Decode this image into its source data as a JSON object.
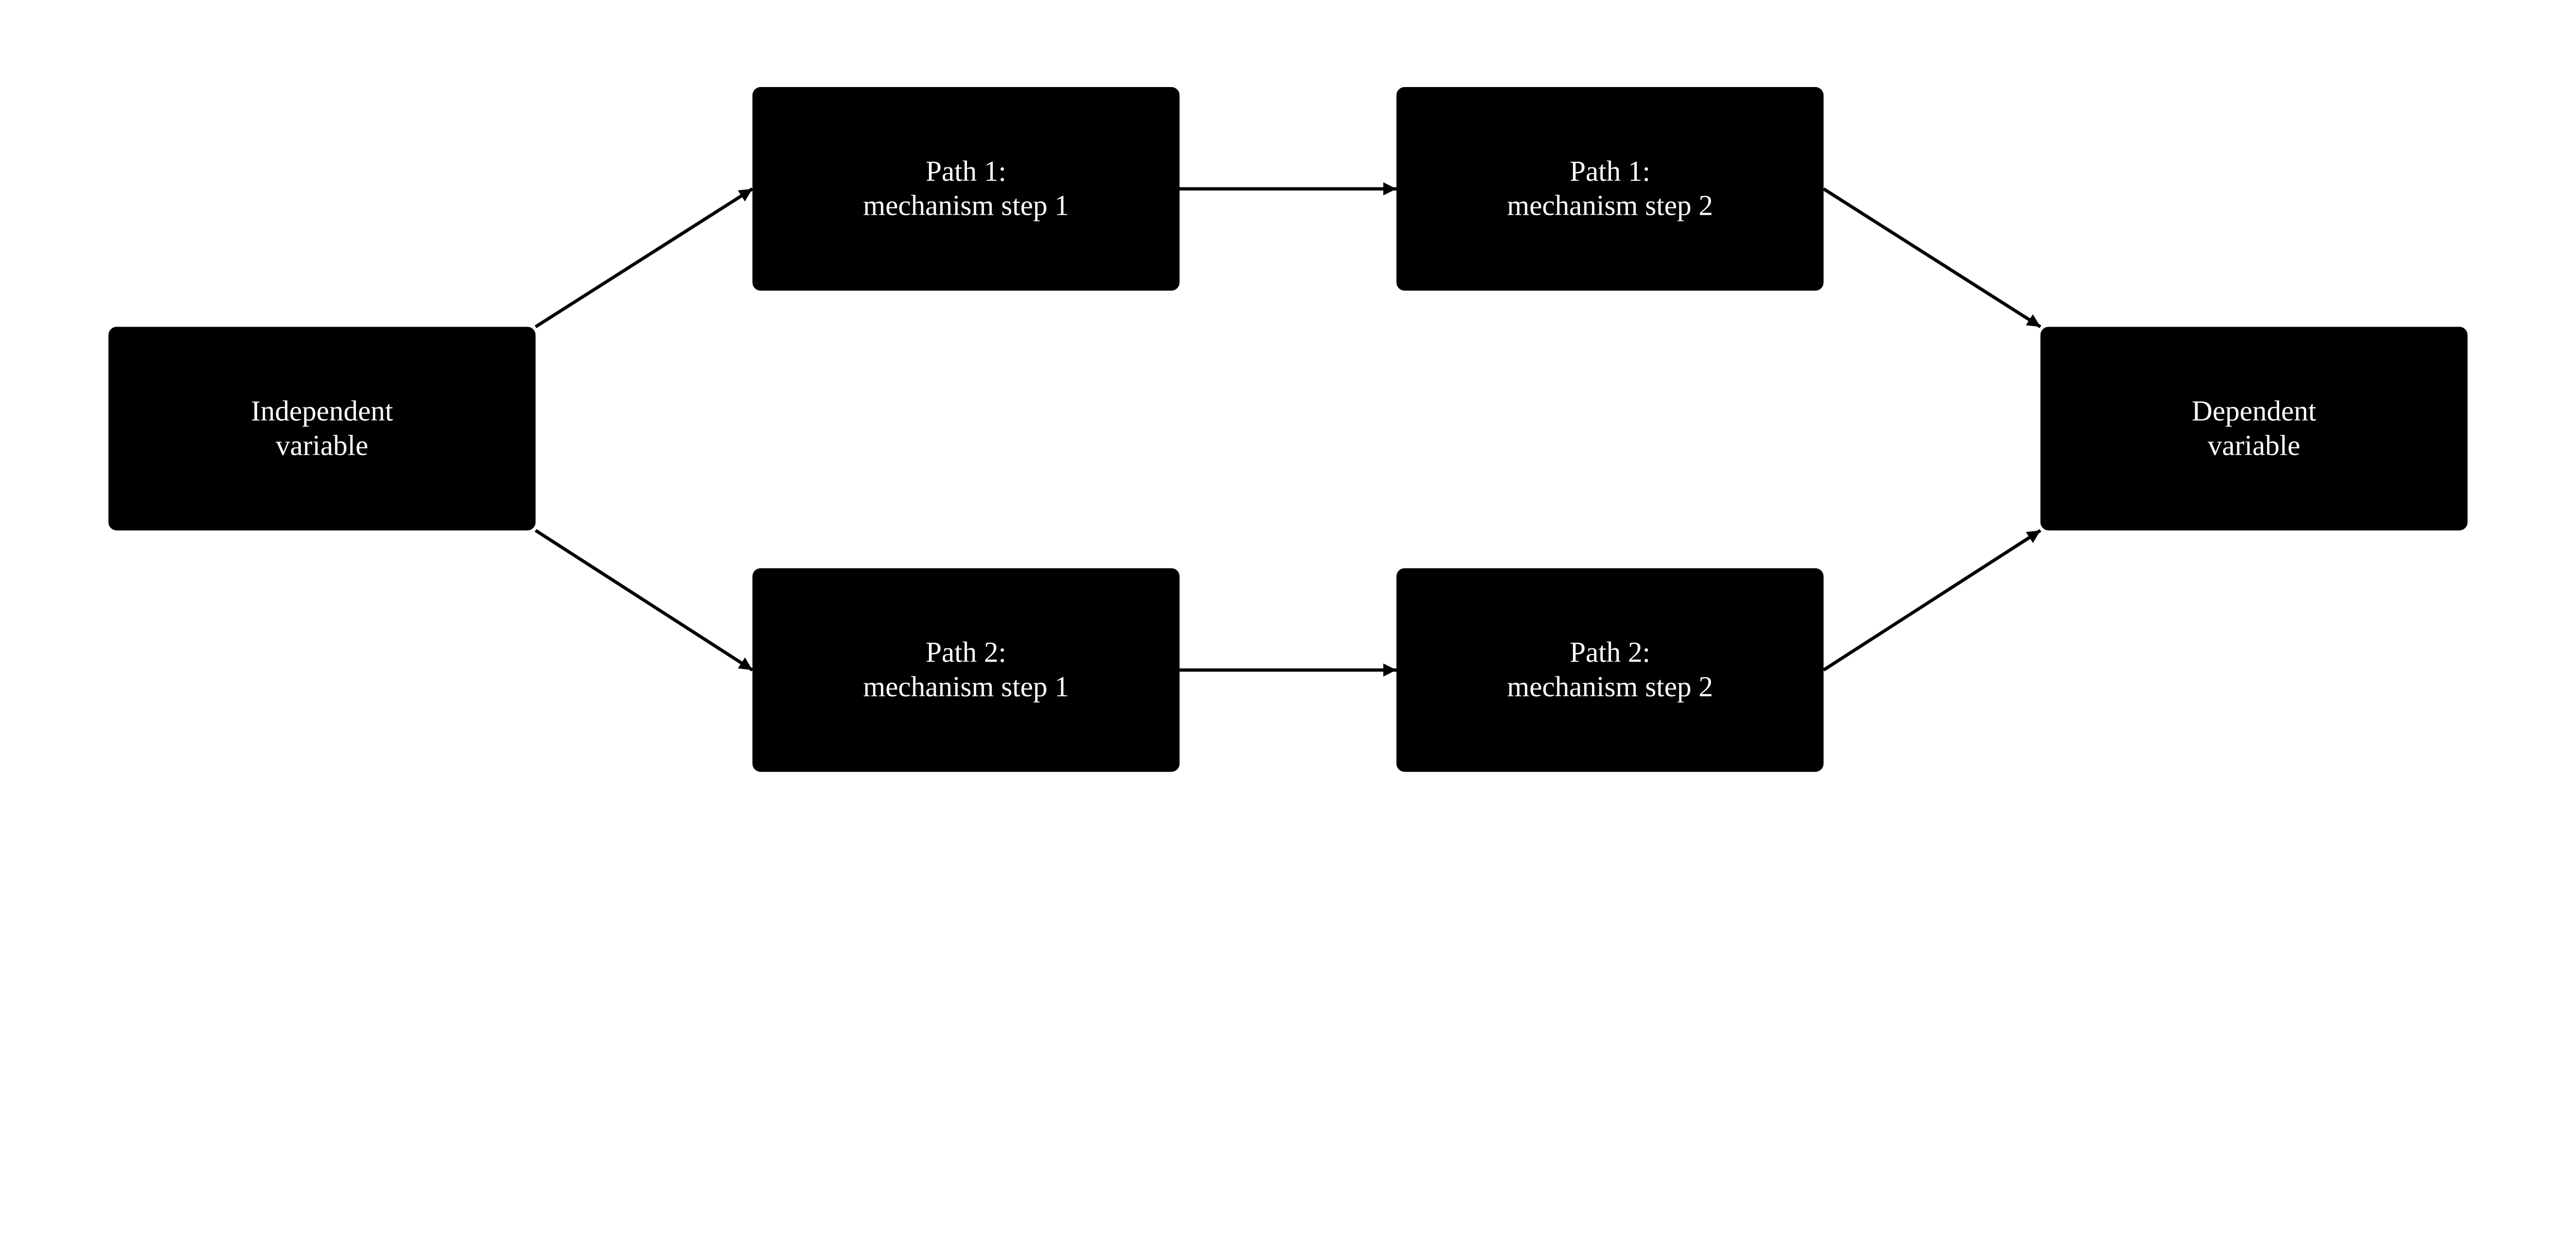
{
  "colors": {
    "node_fill": "#000000",
    "node_text": "#ffffff",
    "edge": "#000000",
    "background": "#ffffff"
  },
  "nodes": [
    {
      "id": "iv",
      "line1": "Independent",
      "line2": "variable"
    },
    {
      "id": "p1s1",
      "line1": "Path 1:",
      "line2": "mechanism step 1"
    },
    {
      "id": "p1s2",
      "line1": "Path 1:",
      "line2": "mechanism step 2"
    },
    {
      "id": "p2s1",
      "line1": "Path 2:",
      "line2": "mechanism step 1"
    },
    {
      "id": "p2s2",
      "line1": "Path 2:",
      "line2": "mechanism step 2"
    },
    {
      "id": "dv",
      "line1": "Dependent",
      "line2": "variable"
    }
  ],
  "edges": [
    {
      "from": "iv",
      "to": "p1s1"
    },
    {
      "from": "p1s1",
      "to": "p1s2"
    },
    {
      "from": "p1s2",
      "to": "dv"
    },
    {
      "from": "iv",
      "to": "p2s1"
    },
    {
      "from": "p2s1",
      "to": "p2s2"
    },
    {
      "from": "p2s2",
      "to": "dv"
    }
  ]
}
